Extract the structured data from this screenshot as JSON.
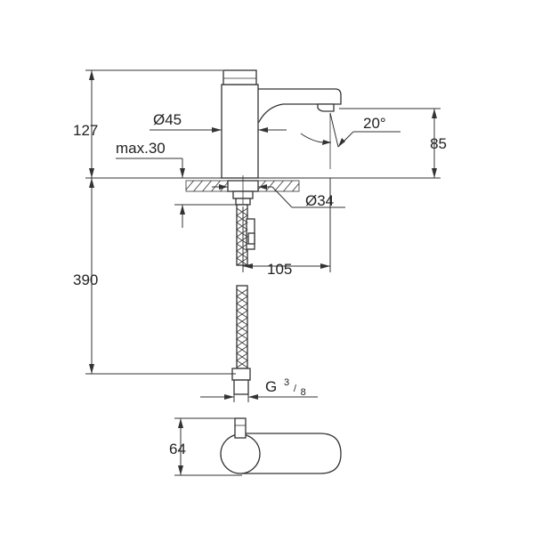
{
  "dimensions": {
    "height_total": "127",
    "spout_diameter": "Ø45",
    "spout_angle": "20°",
    "spout_height": "85",
    "max_thickness": "max.30",
    "hole_diameter": "Ø34",
    "projection": "105",
    "hose_length": "390",
    "connection_prefix": "G",
    "connection_num": "3",
    "connection_den": "8",
    "side_width": "64"
  },
  "colors": {
    "line": "#333333",
    "background": "#ffffff"
  }
}
